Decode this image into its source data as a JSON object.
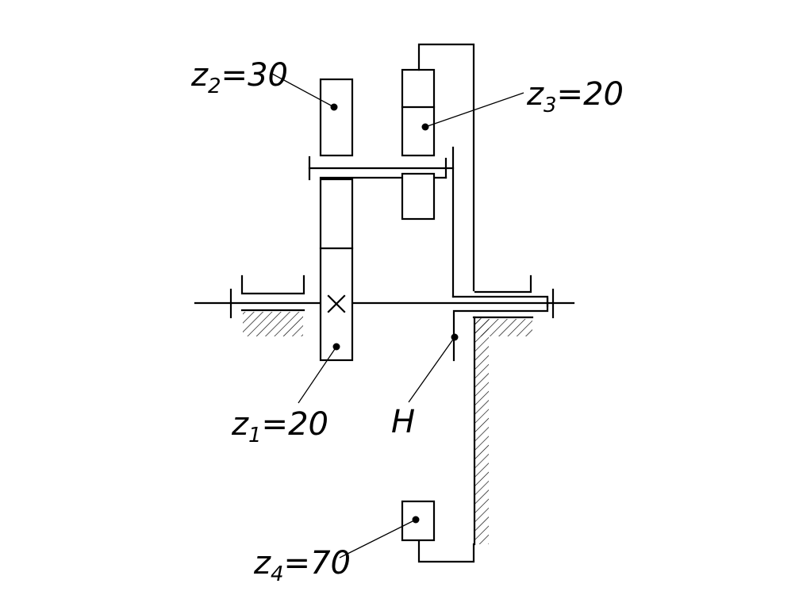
{
  "labels": {
    "z2": {
      "var": "z",
      "sub": "2",
      "val": "=30"
    },
    "z3": {
      "var": "z",
      "sub": "3",
      "val": "=20"
    },
    "z1": {
      "var": "z",
      "sub": "1",
      "val": "=20"
    },
    "z4": {
      "var": "z",
      "sub": "4",
      "val": "=70"
    },
    "carrier": "H"
  }
}
